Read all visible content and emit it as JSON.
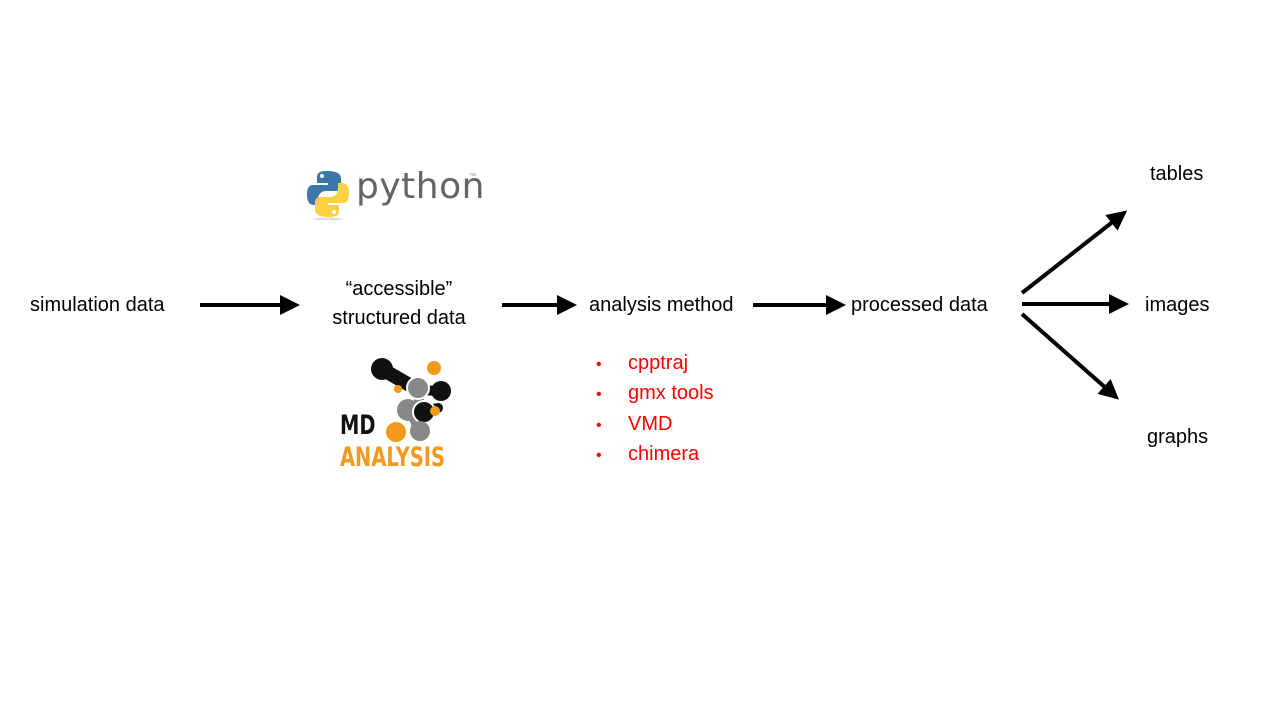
{
  "nodes": {
    "simulation_data": "simulation data",
    "accessible_line1": "“accessible”",
    "accessible_line2": "structured data",
    "analysis_method": "analysis method",
    "processed_data": "processed data",
    "tables": "tables",
    "images": "images",
    "graphs": "graphs"
  },
  "tools": [
    "cpptraj",
    "gmx tools",
    "VMD",
    "chimera"
  ],
  "tool_bullet": "•",
  "logos": {
    "python_word": "python",
    "python_tm": "™",
    "md_word": "MD",
    "analysis_word": "ANALYSIS"
  },
  "colors": {
    "tool_text": "#ff0000",
    "arrow": "#000000",
    "python_blue": "#3b77a8",
    "python_yellow": "#fed142",
    "md_orange": "#f29a1b",
    "md_grey": "#888888"
  }
}
